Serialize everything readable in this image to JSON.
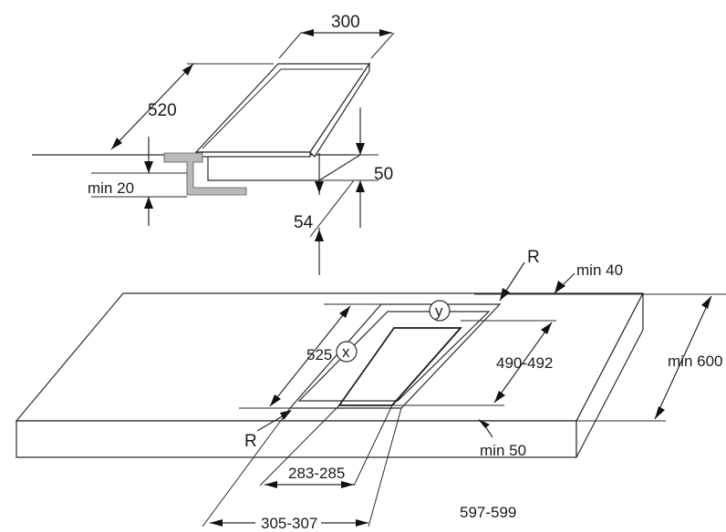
{
  "labels": {
    "width_300": "300",
    "depth_520": "520",
    "min_20": "min 20",
    "height_50": "50",
    "height_54": "54",
    "radius_top": "R",
    "radius_left": "R",
    "min_40": "min 40",
    "min_600": "min 600",
    "cut_525": "525",
    "cut_490_492": "490-492",
    "min_50": "min 50",
    "cut_283_285": "283-285",
    "cut_305_307": "305-307",
    "cut_597_599": "597-599",
    "mark_x": "x",
    "mark_y": "y"
  },
  "colors": {
    "line": "#2a2a2a",
    "bracket_fill": "#b9b9b9",
    "background": "#ffffff"
  }
}
